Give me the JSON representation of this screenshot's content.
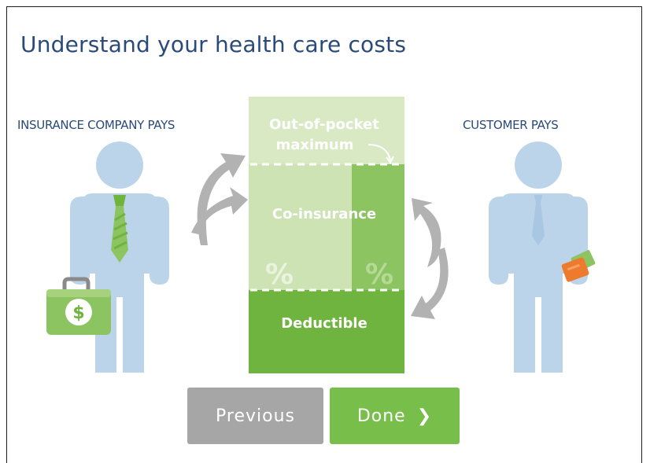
{
  "header": {
    "title": "Understand your health care costs"
  },
  "labels": {
    "insurance": "INSURANCE COMPANY PAYS",
    "customer": "CUSTOMER PAYS"
  },
  "chart": {
    "oop_line1": "Out-of-pocket",
    "oop_line2": "maximum",
    "coinsurance": "Co-insurance",
    "deductible": "Deductible",
    "percent": "%",
    "dollar": "$"
  },
  "buttons": {
    "previous": "Previous",
    "done": "Done"
  },
  "icons": {
    "done": "chevron-right-icon"
  },
  "colors": {
    "title": "#2a4a78",
    "person": "#bcd4ea",
    "light_green": "#d8e9c4",
    "mid_green": "#8cc462",
    "dark_green": "#6fb43f",
    "arrow": "#b2b2b2",
    "previous_button": "#a6a6a6",
    "done_button": "#77bf4a"
  }
}
